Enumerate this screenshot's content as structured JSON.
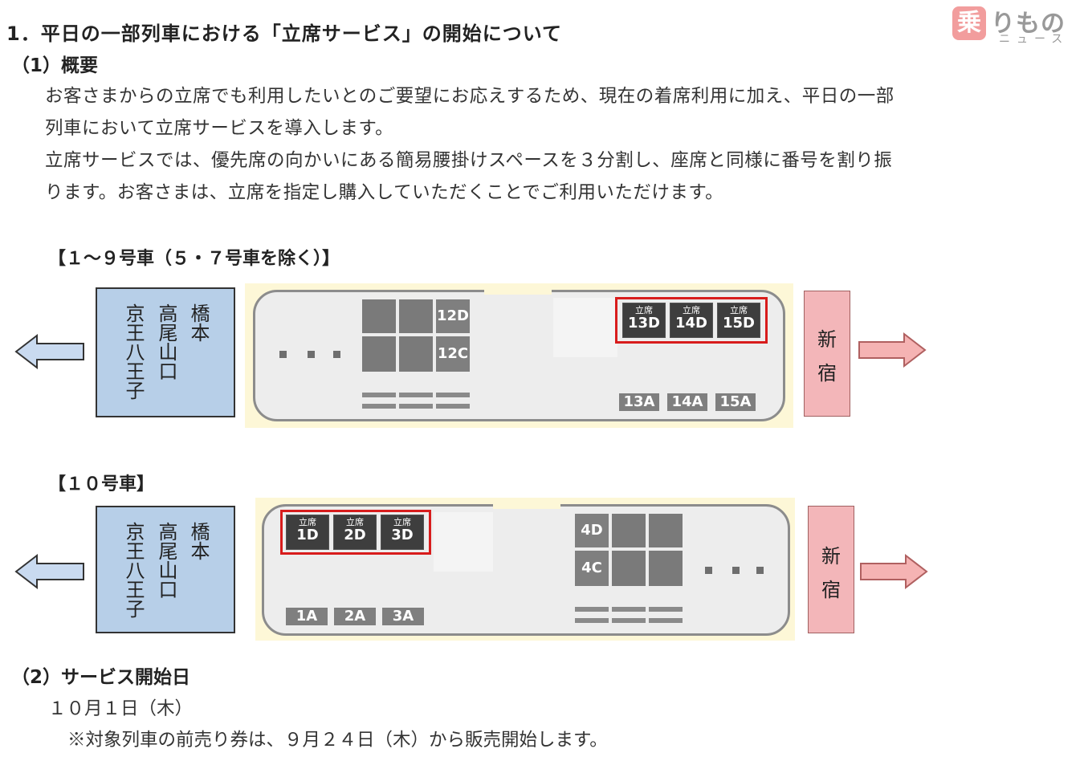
{
  "logo": {
    "kanji": "乗",
    "kana": "りもの",
    "sub": "ニュース"
  },
  "heading": "1．平日の一部列車における「立席サービス」の開始について",
  "section1": {
    "title": "（1）概要",
    "lines": [
      "お客さまからの立席でも利用したいとのご要望にお応えするため、現在の着席利用に加え、平日の一部",
      "列車において立席サービスを導入します。",
      "立席サービスでは、優先席の向かいにある簡易腰掛けスペースを３分割し、座席と同様に番号を割り振",
      "ります。お客さまは、立席を指定し購入していただくことでご利用いただけます。"
    ]
  },
  "diagram1": {
    "label": "【１～９号車（５・７号車を除く）】",
    "stations_left": [
      "京王八王子",
      "高尾山口",
      "橋本"
    ],
    "station_right": [
      "新",
      "宿"
    ],
    "reserved_caption": "立席",
    "reserved_seats": [
      "13D",
      "14D",
      "15D"
    ],
    "seats_c_d": [
      "12D",
      "12C"
    ],
    "seats_a": [
      "13A",
      "14A",
      "15A"
    ]
  },
  "diagram2": {
    "label": "【１０号車】",
    "stations_left": [
      "京王八王子",
      "高尾山口",
      "橋本"
    ],
    "station_right": [
      "新",
      "宿"
    ],
    "reserved_caption": "立席",
    "reserved_seats": [
      "1D",
      "2D",
      "3D"
    ],
    "seats_c_d": [
      "4D",
      "4C"
    ],
    "seats_a": [
      "1A",
      "2A",
      "3A"
    ]
  },
  "section2": {
    "title": "（2）サービス開始日",
    "date": "１０月１日（木）",
    "note": "※対象列車の前売り券は、９月２４日（木）から販売開始します。"
  },
  "colors": {
    "reserved_border": "#d81c1c",
    "station_blue": "#b7cfe8",
    "station_pink": "#f3b6b9",
    "arrow_blue": "#c9daf0",
    "arrow_pink": "#f5b3b3"
  }
}
